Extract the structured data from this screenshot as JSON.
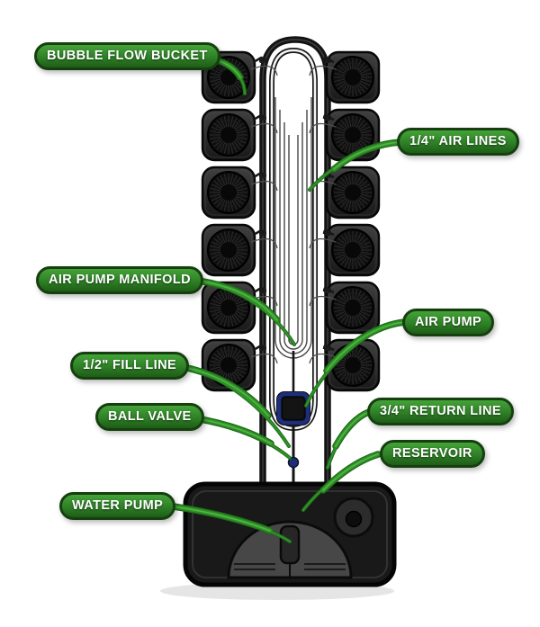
{
  "title": "Bubble Flow Bucket hydroponic system diagram",
  "labels": [
    {
      "id": "bubble-flow-bucket",
      "text": "BUBBLE FLOW BUCKET"
    },
    {
      "id": "air-lines",
      "text": "1/4\" AIR LINES"
    },
    {
      "id": "air-pump-manifold",
      "text": "AIR PUMP MANIFOLD"
    },
    {
      "id": "air-pump",
      "text": "AIR PUMP"
    },
    {
      "id": "fill-line",
      "text": "1/2\" FILL LINE"
    },
    {
      "id": "ball-valve",
      "text": "BALL VALVE"
    },
    {
      "id": "return-line",
      "text": "3/4\" RETURN LINE"
    },
    {
      "id": "reservoir",
      "text": "RESERVOIR"
    },
    {
      "id": "water-pump",
      "text": "WATER PUMP"
    }
  ],
  "system": {
    "bucket_count": 12,
    "bucket_columns": 2
  },
  "colors": {
    "label_green": "#2e8026",
    "label_border_green": "#163f10",
    "leader_green": "#2f9127",
    "pump_blue": "#1e2e7d",
    "valve_blue": "#1d2f72",
    "bucket_dark": "#1f1f1f",
    "reservoir_dark": "#191919"
  }
}
